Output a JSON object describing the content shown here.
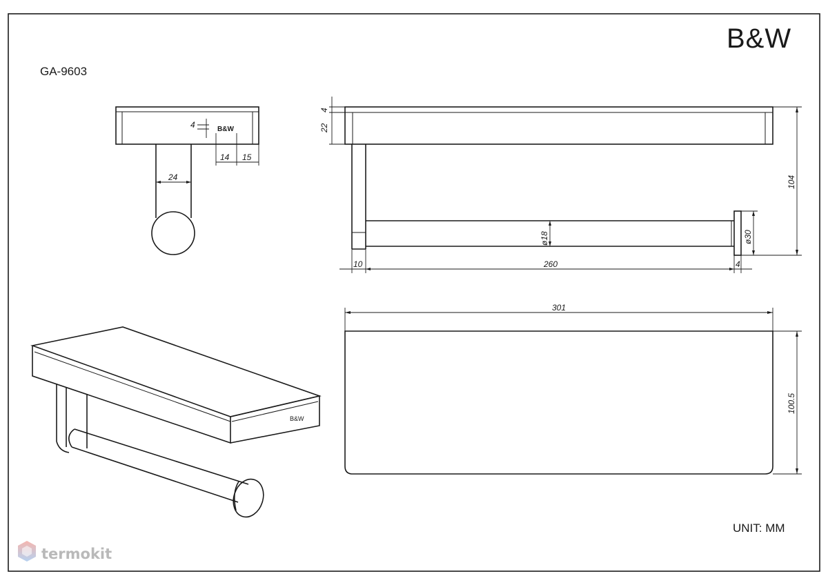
{
  "brand_logo": "B&W",
  "model_number": "GA-9603",
  "unit_label": "UNIT: MM",
  "watermark": "termokit",
  "side_view": {
    "dim_plate": "4",
    "dim_logo_width": "14",
    "dim_logo_offset": "15",
    "dim_post_width": "24",
    "logo_mark": "B&W"
  },
  "front_view": {
    "dim_top_plate": "4",
    "dim_shelf_height": "22",
    "dim_total_height": "104",
    "dim_bar_diameter": "ø18",
    "dim_end_diameter": "ø30",
    "dim_post_width": "10",
    "dim_bar_length": "260",
    "dim_end_thickness": "4"
  },
  "top_view": {
    "dim_width": "301",
    "dim_depth": "100.5"
  },
  "iso_view": {
    "logo_mark": "B&W"
  }
}
